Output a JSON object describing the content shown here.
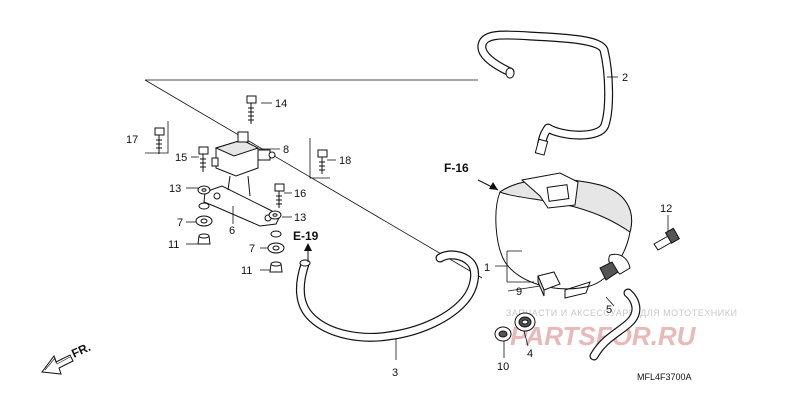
{
  "callouts": {
    "n1": "1",
    "n2": "2",
    "n3": "3",
    "n4": "4",
    "n5": "5",
    "n6": "6",
    "n7a": "7",
    "n7b": "7",
    "n8": "8",
    "n9": "9",
    "n10": "10",
    "n11a": "11",
    "n11b": "11",
    "n12": "12",
    "n13a": "13",
    "n13b": "13",
    "n14": "14",
    "n15": "15",
    "n16": "16",
    "n17": "17",
    "n18": "18"
  },
  "refs": {
    "f16": "F-16",
    "e19": "E-19"
  },
  "front_label": "FR.",
  "diagram_code": "MFL4F3700A",
  "watermark": {
    "caption": "ЗАПЧАСТИ И АКСЕССУАРЫ ДЛЯ МОТОТЕХНИКИ",
    "brand": "PARTSFOR.RU"
  }
}
